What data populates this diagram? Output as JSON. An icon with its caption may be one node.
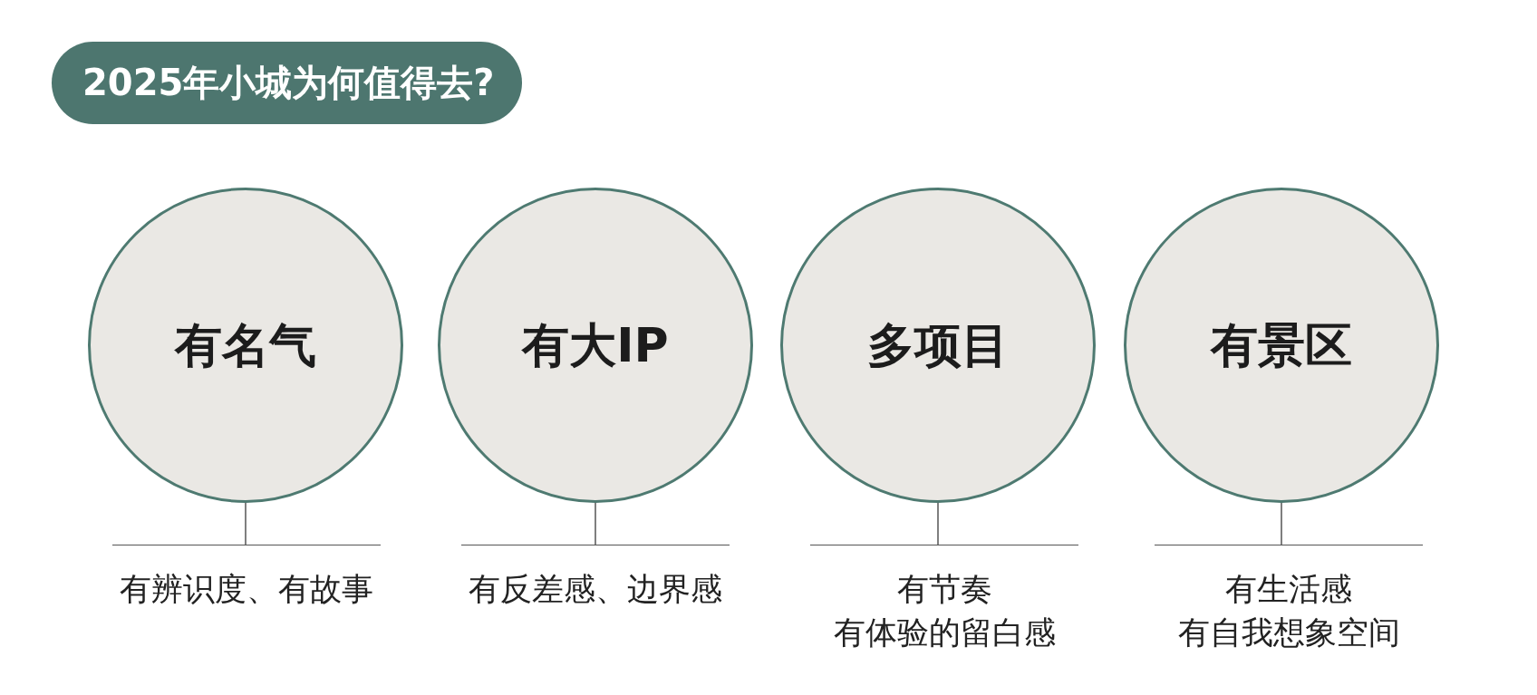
{
  "diagram": {
    "title": "2025年小城为何值得去?",
    "nodes": [
      {
        "text": [
          "有名气"
        ]
      },
      {
        "text": [
          "有大IP"
        ]
      },
      {
        "text": [
          "多项目"
        ]
      },
      {
        "text": [
          "有景区"
        ]
      },
      {
        "text": [
          "有辨识度、有故事"
        ]
      },
      {
        "text": [
          "有反差感、边界感"
        ]
      },
      {
        "text": [
          "有节奏",
          "有体验的留白感"
        ]
      },
      {
        "text": [
          "有生活感",
          "有自我想象空间"
        ]
      }
    ],
    "edges": [
      {
        "from": 0,
        "to": 4,
        "arrow": "none"
      },
      {
        "from": 1,
        "to": 5,
        "arrow": "none"
      },
      {
        "from": 2,
        "to": 6,
        "arrow": "none"
      },
      {
        "from": 3,
        "to": 7,
        "arrow": "none"
      }
    ]
  }
}
